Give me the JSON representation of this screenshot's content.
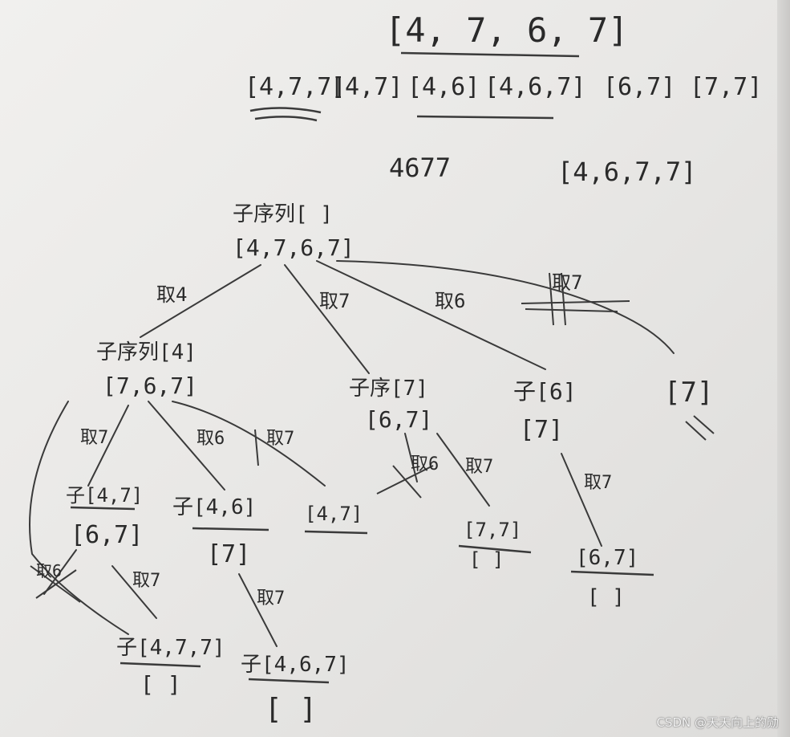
{
  "top_array": "[4, 7, 6, 7]",
  "subsets_row": [
    "[4,7,7]",
    "[4,7]",
    "[4,6]",
    "[4,6,7]",
    "[6,7]",
    "[7,7]"
  ],
  "sorted_note": "4677",
  "sorted_array": "[4,6,7,7]",
  "tree": {
    "root": {
      "label": "子序列[ ]",
      "rest": "[4,7,6,7]"
    },
    "n_4": {
      "label": "子序列[4]",
      "rest": "[7,6,7]"
    },
    "n_7": {
      "label": "子序[7]",
      "rest": "[6,7]"
    },
    "n_6": {
      "label": "子[6]",
      "rest": "[7]"
    },
    "n_last": {
      "label": "",
      "rest": "[7]"
    },
    "n_47": {
      "label": "子[4,7]",
      "rest": "[6,7]"
    },
    "n_46": {
      "label": "子[4,6]",
      "rest": "[7]"
    },
    "n_47b": {
      "label": "",
      "rest": "[4,7]"
    },
    "n_77": {
      "label": "",
      "rest": "[7,7]",
      "sub": "[ ]"
    },
    "n_67": {
      "label": "",
      "rest": "[6,7]",
      "sub": "[ ]"
    },
    "n_477": {
      "label": "子[4,7,7]",
      "rest": "[ ]"
    },
    "n_467": {
      "label": "子[4,6,7]",
      "rest": "[ ]"
    }
  },
  "edges": {
    "take4": "取4",
    "take7": "取7",
    "take6": "取6",
    "take7_blocked": "取7",
    "take7_a": "取7",
    "take6_a": "取6",
    "take7_cross": "取7",
    "take6_cross": "取6",
    "take7_b": "取7",
    "take7_c": "取7",
    "take6_cross2": "取6",
    "take7_d": "取7",
    "take7_e": "取7"
  },
  "watermark": "CSDN @天天向上的勋"
}
